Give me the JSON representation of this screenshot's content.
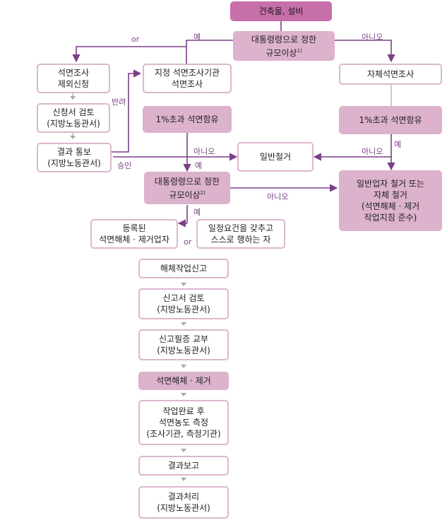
{
  "nodes": {
    "building": "건축물, 설비",
    "scale1": "대통령령으로 정한",
    "scale1b": "규모이상",
    "scale1_note": "1)",
    "req_survey": "석면조사",
    "req_survey2": "제외신청",
    "designated": "지정 석면조사기관",
    "designated2": "석면조사",
    "self_survey": "자체석면조사",
    "review_app": "신청서 검토",
    "review_app2": "(지방노동관서)",
    "pct_left": "1%초과 석면함유",
    "pct_right": "1%초과 석면함유",
    "notify": "결과 통보",
    "notify2": "(지방노동관서)",
    "general_demo": "일반철거",
    "scale2": "대통령령으로 정한",
    "scale2b": "규모이상",
    "scale2_note": "2)",
    "general_contractor": "일반업자 철거 또는",
    "general_contractor2": "자체 철거",
    "general_contractor3": "(석면해체 · 제거",
    "general_contractor4": "작업지침 준수)",
    "registered": "등록된",
    "registered2": "석면해체 · 제거업자",
    "self_qualified": "일정요건을 갖추고",
    "self_qualified2": "스스로 행하는 자",
    "report": "해체작업신고",
    "review_report": "신고서 검토",
    "review_report2": "(지방노동관서)",
    "issue_cert": "신고필증 교부",
    "issue_cert2": "(지방노동관서)",
    "removal": "석면해체 · 제거",
    "measure1": "작업완료 후",
    "measure2": "석면농도 측정",
    "measure3": "(조사기관, 측정기관)",
    "result_report": "결과보고",
    "result_process": "결과처리",
    "result_process2": "(지방노동관서)"
  },
  "labels": {
    "or_top": "or",
    "yes_top": "예",
    "no_top": "아니오",
    "rejected": "반려",
    "approved": "승인",
    "no_mid_left": "아니오",
    "yes_mid_left": "예",
    "no_mid_right": "아니오",
    "yes_right": "예",
    "no_scale2": "아니오",
    "yes_scale2": "예",
    "or_bottom": "or"
  },
  "colors": {
    "dark_fill": "#c66fa9",
    "light_fill": "#dcb2cd",
    "outline": "#dcb6cf",
    "arrow": "#7a3f87",
    "connector": "#a8a8a8"
  }
}
